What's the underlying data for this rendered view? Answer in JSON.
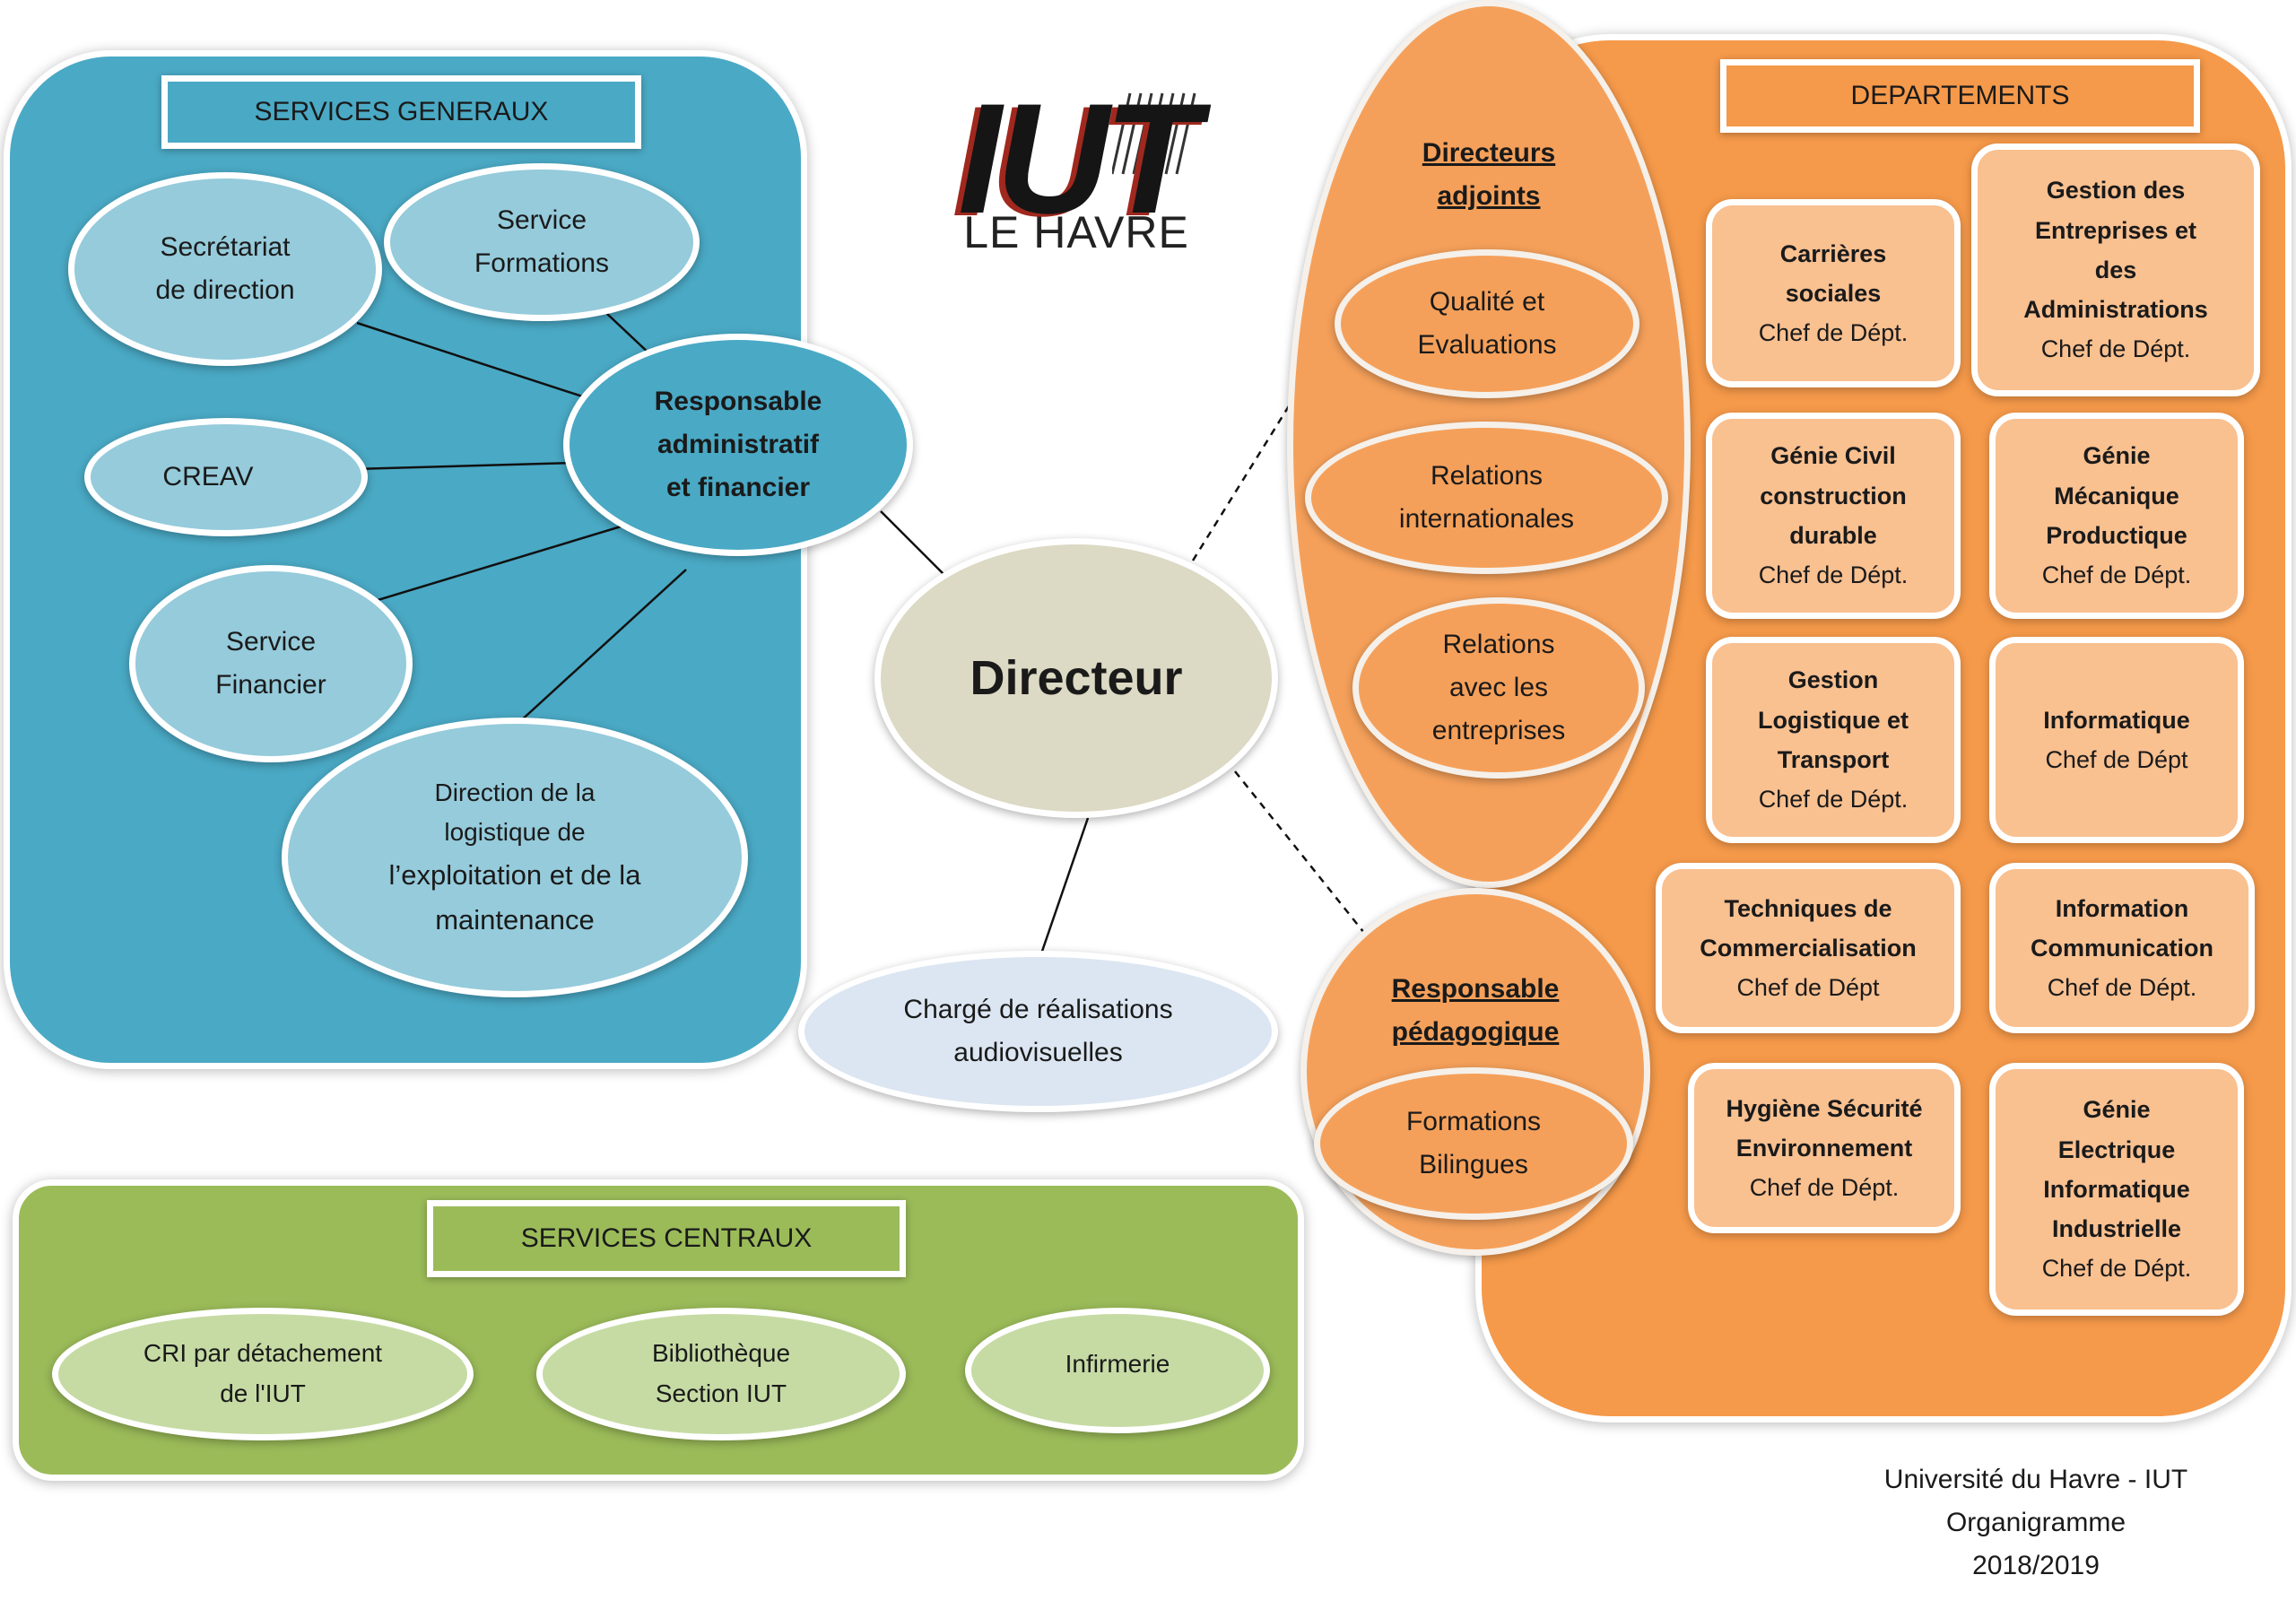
{
  "logo": {
    "mark": "IUT",
    "subtitle": "LE HAVRE"
  },
  "services_generaux": {
    "title": "SERVICES GENERAUX",
    "secretariat": [
      "Secrétariat",
      "de direction"
    ],
    "service_formations": [
      "Service",
      "Formations"
    ],
    "responsable": [
      "Responsable",
      "administratif",
      "et financier"
    ],
    "creav": "CREAV",
    "service_financier": [
      "Service",
      "Financier"
    ],
    "direction_logistique": [
      "Direction de la",
      "logistique de",
      "l’exploitation et de la",
      "maintenance"
    ]
  },
  "directeur": "Directeur",
  "charge_realisations": [
    "Chargé de réalisations",
    "audiovisuelles"
  ],
  "directeurs_adjoints": {
    "title": [
      "Directeurs",
      "adjoints"
    ],
    "qualite": [
      "Qualité et",
      "Evaluations"
    ],
    "relations_int": [
      "Relations",
      "internationales"
    ],
    "relations_ent": [
      "Relations",
      "avec les",
      "entreprises"
    ]
  },
  "responsable_pedagogique": {
    "title": [
      "Responsable",
      "pédagogique"
    ],
    "formations": [
      "Formations",
      "Bilingues"
    ]
  },
  "departements": {
    "title": "DEPARTEMENTS",
    "items": [
      {
        "name": [
          "Carrières",
          "sociales"
        ],
        "role": "Chef de Dépt."
      },
      {
        "name": [
          "Gestion des",
          "Entreprises et",
          "des",
          "Administrations"
        ],
        "role": "Chef de Dépt."
      },
      {
        "name": [
          "Génie Civil",
          "construction",
          "durable"
        ],
        "role": "Chef de Dépt."
      },
      {
        "name": [
          "Génie",
          "Mécanique",
          "Productique"
        ],
        "role": "Chef de Dépt."
      },
      {
        "name": [
          "Gestion",
          "Logistique et",
          "Transport"
        ],
        "role": "Chef de Dépt."
      },
      {
        "name": [
          "Informatique"
        ],
        "role": "Chef de Dépt"
      },
      {
        "name": [
          "Techniques de",
          "Commercialisation"
        ],
        "role": "Chef de Dépt"
      },
      {
        "name": [
          "Information",
          "Communication"
        ],
        "role": "Chef de Dépt."
      },
      {
        "name": [
          "Hygiène Sécurité",
          "Environnement"
        ],
        "role": "Chef de Dépt."
      },
      {
        "name": [
          "Génie",
          "Electrique",
          "Informatique",
          "Industrielle"
        ],
        "role": "Chef de Dépt."
      }
    ]
  },
  "services_centraux": {
    "title": "SERVICES CENTRAUX",
    "cri": [
      "CRI par détachement",
      "de l'IUT"
    ],
    "bibliotheque": [
      "Bibliothèque",
      "Section IUT"
    ],
    "infirmerie": "Infirmerie"
  },
  "footer": [
    "Université du Havre - IUT",
    "Organigramme",
    "2018/2019"
  ],
  "colors": {
    "blue_panel": "#4aa9c5",
    "light_blue": "#95cbdb",
    "orange_panel": "#f5994a",
    "light_orange": "#f9c090",
    "green_panel": "#9bbb59",
    "light_green": "#c6dba4",
    "directeur": "#dcd9c4",
    "audiovisuel": "#dce6f2"
  }
}
